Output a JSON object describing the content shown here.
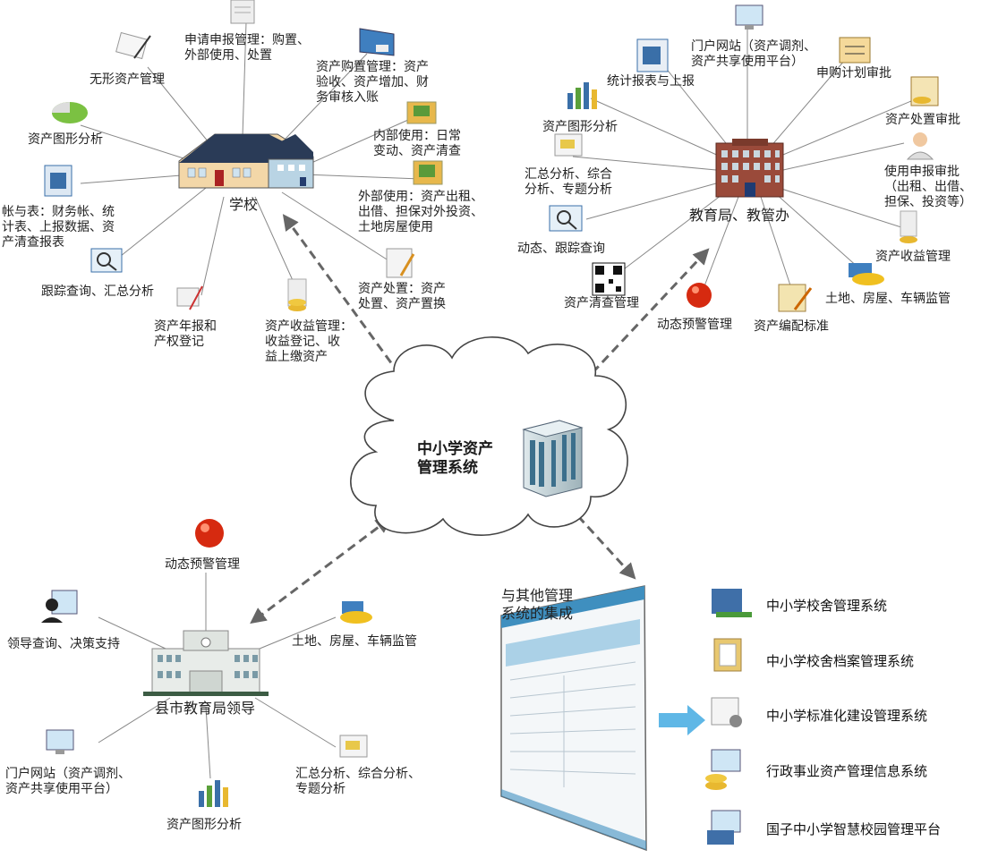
{
  "center": {
    "title": "中小学资产\n管理系统"
  },
  "school": {
    "title": "学校",
    "items": {
      "apply": "申请申报管理：购置、\n外部使用、处置",
      "intangible": "无形资产管理",
      "purchase": "资产购置管理：资产\n验收、资产增加、财\n务审核入账",
      "graph": "资产图形分析",
      "internal": "内部使用：日常\n变动、资产清查",
      "external": "外部使用：资产出租、\n出借、担保对外投资、\n土地房屋使用",
      "accounts": "帐与表：财务帐、统\n计表、上报数据、资\n产清查报表",
      "track": "跟踪查询、汇总分析",
      "annual": "资产年报和\n产权登记",
      "income": "资产收益管理：\n收益登记、收\n益上缴资产",
      "dispose": "资产处置：资产\n处置、资产置换"
    }
  },
  "bureau": {
    "title": "教育局、教管办",
    "items": {
      "portal": "门户网站（资产调剂、\n资产共享使用平台）",
      "report": "统计报表与上报",
      "purchase_plan": "申购计划审批",
      "graph": "资产图形分析",
      "dispose_approve": "资产处置审批",
      "summary": "汇总分析、综合\n分析、专题分析",
      "use_approve": "使用申报审批\n（出租、出借、\n担保、投资等）",
      "track": "动态、跟踪查询",
      "income": "资产收益管理",
      "inventory": "资产清查管理",
      "alert": "动态预警管理",
      "norm": "资产编配标准",
      "vehicle": "土地、房屋、车辆监管"
    }
  },
  "county": {
    "title": "县市教育局领导",
    "items": {
      "alert": "动态预警管理",
      "leader": "领导查询、决策支持",
      "vehicle": "土地、房屋、车辆监管",
      "portal": "门户网站（资产调剂、\n资产共享使用平台）",
      "summary": "汇总分析、综合分析、\n专题分析",
      "graph": "资产图形分析"
    }
  },
  "integration": {
    "title": "与其他管理\n系统的集成",
    "systems": [
      "中小学校舍管理系统",
      "中小学校舍档案管理系统",
      "中小学标准化建设管理系统",
      "行政事业资产管理信息系统",
      "国子中小学智慧校园管理平台"
    ]
  },
  "colors": {
    "arrow": "#666666",
    "line": "#888888",
    "building": "#2d4b7a",
    "bureau": "#8b3a2a"
  }
}
